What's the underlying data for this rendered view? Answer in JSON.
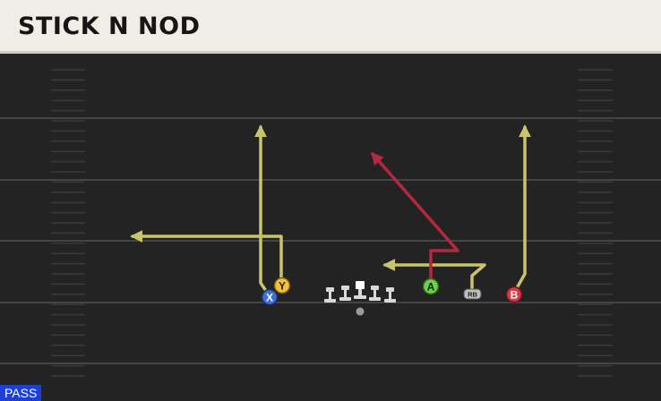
{
  "play": {
    "title": "STICK N NOD",
    "type_badge": "PASS"
  },
  "colors": {
    "route_primary": "#c9c46c",
    "route_read": "#b5283d",
    "field_bg": "#232323",
    "yard_line": "#444444",
    "header_bg": "#efede6",
    "badge_bg": "#1c3fd8",
    "x_receiver": "#3d6fd6",
    "y_receiver": "#f2c23a",
    "a_receiver": "#6dcf4b",
    "b_receiver": "#d83a4a",
    "rb": "#bdbdbd"
  },
  "players": [
    {
      "id": "x",
      "label": "X",
      "icon": "blue-circle",
      "role": "receiver"
    },
    {
      "id": "y",
      "label": "Y",
      "icon": "yellow-circle",
      "role": "receiver"
    },
    {
      "id": "a",
      "label": "A",
      "icon": "green-circle",
      "role": "receiver"
    },
    {
      "id": "rb",
      "label": "RB",
      "icon": "gray-rounded-square",
      "role": "running-back"
    },
    {
      "id": "b",
      "label": "B",
      "icon": "red-circle",
      "role": "receiver"
    }
  ],
  "routes": [
    {
      "player": "x",
      "name": "go-route",
      "color": "primary"
    },
    {
      "player": "y",
      "name": "out-route",
      "color": "primary"
    },
    {
      "player": "a",
      "name": "post-route",
      "color": "read"
    },
    {
      "player": "rb",
      "name": "flat-route",
      "color": "primary"
    },
    {
      "player": "b",
      "name": "go-route",
      "color": "primary"
    }
  ]
}
